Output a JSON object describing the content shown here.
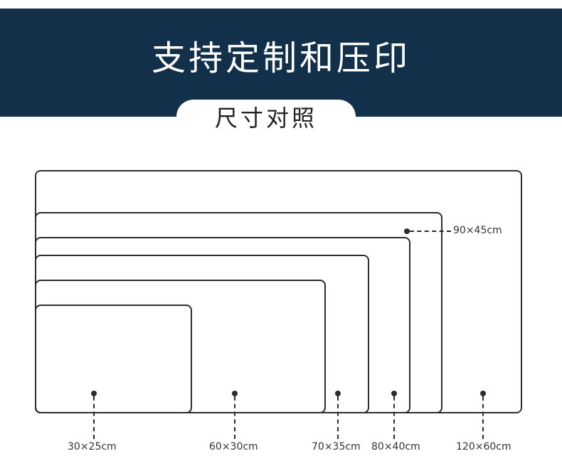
{
  "header": {
    "title": "支持定制和压印",
    "subtitle": "尺寸对照"
  },
  "sizes": [
    {
      "label": "120×60cm"
    },
    {
      "label": "90×45cm"
    },
    {
      "label": "80×40cm"
    },
    {
      "label": "70×35cm"
    },
    {
      "label": "60×30cm"
    },
    {
      "label": "30×25cm"
    }
  ],
  "colors": {
    "banner": "#12304a",
    "outline": "#2d2d2d",
    "text": "#333333"
  }
}
